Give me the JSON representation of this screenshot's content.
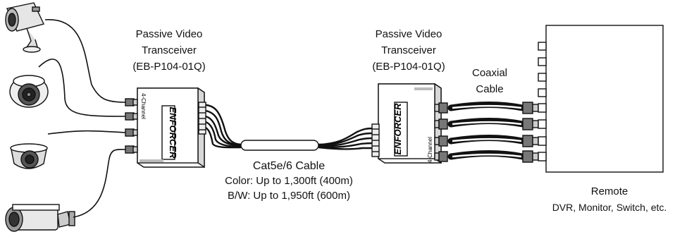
{
  "diagram": {
    "left_transceiver": {
      "line1": "Passive Video",
      "line2": "Transceiver",
      "line3": "(EB-P104-01Q)",
      "brand": "ENFORCER",
      "channel_text": "4-Channel"
    },
    "right_transceiver": {
      "line1": "Passive Video",
      "line2": "Transceiver",
      "line3": "(EB-P104-01Q)",
      "brand": "ENFORCER",
      "channel_text": "4-Channel"
    },
    "coax_label": {
      "line1": "Coaxial",
      "line2": "Cable"
    },
    "cat5_label": {
      "line1": "Cat5e/6 Cable",
      "line2": "Color: Up to 1,300ft (400m)",
      "line3": "B/W: Up to 1,950ft (600m)"
    },
    "remote_label": {
      "line1": "Remote",
      "line2": "DVR, Monitor, Switch, etc."
    },
    "cameras": [
      "bullet-camera",
      "dome-camera",
      "mini-dome-camera",
      "box-camera"
    ],
    "colors": {
      "stroke": "#111111",
      "device_fill": "#ffffff",
      "shade": "#d8d8d8"
    }
  }
}
